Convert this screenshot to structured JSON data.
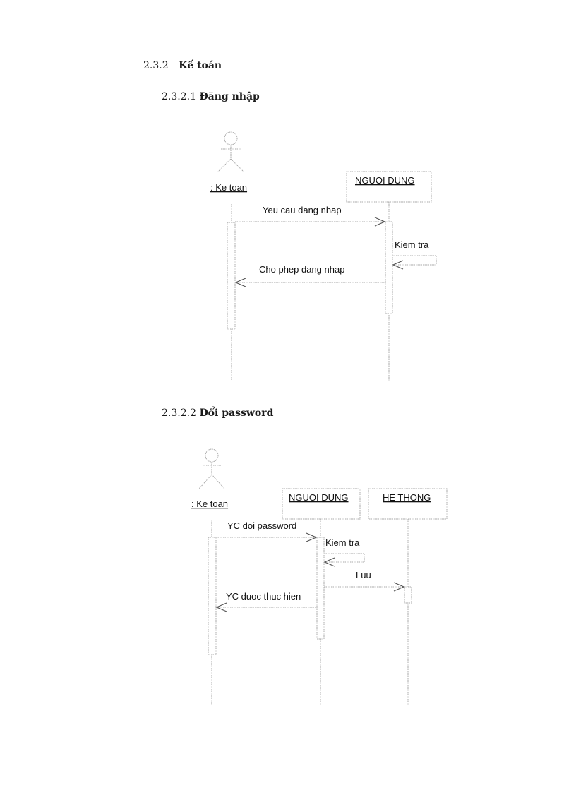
{
  "section": {
    "number": "2.3.2",
    "title": "Kế toán"
  },
  "subsections": [
    {
      "number": "2.3.2.1",
      "title": "Đăng nhập",
      "diagram": {
        "type": "sequence",
        "actor": ": Ke toan",
        "objects": [
          "NGUOI DUNG"
        ],
        "messages": [
          {
            "from": ": Ke toan",
            "to": "NGUOI DUNG",
            "label": "Yeu cau dang nhap"
          },
          {
            "from": "NGUOI DUNG",
            "to": "NGUOI DUNG",
            "label": "Kiem tra"
          },
          {
            "from": "NGUOI DUNG",
            "to": ": Ke toan",
            "label": "Cho phep dang nhap"
          }
        ]
      }
    },
    {
      "number": "2.3.2.2",
      "title": "Đổi password",
      "diagram": {
        "type": "sequence",
        "actor": ": Ke toan",
        "objects": [
          "NGUOI DUNG",
          "HE THONG"
        ],
        "messages": [
          {
            "from": ": Ke toan",
            "to": "NGUOI DUNG",
            "label": "YC doi password"
          },
          {
            "from": "NGUOI DUNG",
            "to": "NGUOI DUNG",
            "label": "Kiem tra"
          },
          {
            "from": "NGUOI DUNG",
            "to": "HE THONG",
            "label": "Luu"
          },
          {
            "from": "NGUOI DUNG",
            "to": ": Ke toan",
            "label": "YC duoc thuc hien"
          }
        ]
      }
    }
  ]
}
